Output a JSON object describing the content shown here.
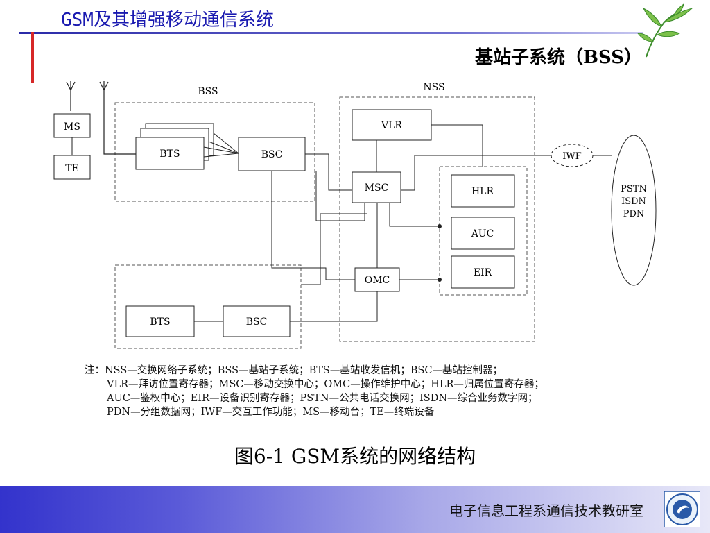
{
  "header": {
    "title": "GSM及其增强移动通信系统",
    "section_title": "基站子系统（BSS）"
  },
  "diagram": {
    "groups": {
      "bss_top": "BSS",
      "nss": "NSS"
    },
    "nodes": {
      "ms": "MS",
      "te": "TE",
      "bts_top": "BTS",
      "bsc_top": "BSC",
      "vlr": "VLR",
      "msc": "MSC",
      "iwf": "IWF",
      "hlr": "HLR",
      "auc": "AUC",
      "eir": "EIR",
      "omc": "OMC",
      "bts_bottom": "BTS",
      "bsc_bottom": "BSC",
      "pstn": "PSTN",
      "isdn": "ISDN",
      "pdn": "PDN"
    }
  },
  "notes": [
    "注：NSS—交换网络子系统；BSS—基站子系统；BTS—基站收发信机；BSC—基站控制器；",
    "VLR—拜访位置寄存器；MSC—移动交换中心；OMC—操作维护中心；HLR—归属位置寄存器；",
    "AUC—鉴权中心；EIR—设备识别寄存器；PSTN—公共电话交换网；ISDN—综合业务数字网；",
    "PDN—分组数据网；IWF—交互工作功能；MS—移动台；TE—终端设备"
  ],
  "caption": "图6-1 GSM系统的网络结构",
  "footer": {
    "text": "电子信息工程系通信技术教研室"
  },
  "colors": {
    "header_text": "#1a1ab0",
    "accent_red": "#d62828",
    "footer_start": "#3333cc",
    "footer_end": "#e8e8f8"
  },
  "icons": {
    "logo": "bamboo-leaf-icon",
    "emblem": "university-emblem-icon"
  }
}
